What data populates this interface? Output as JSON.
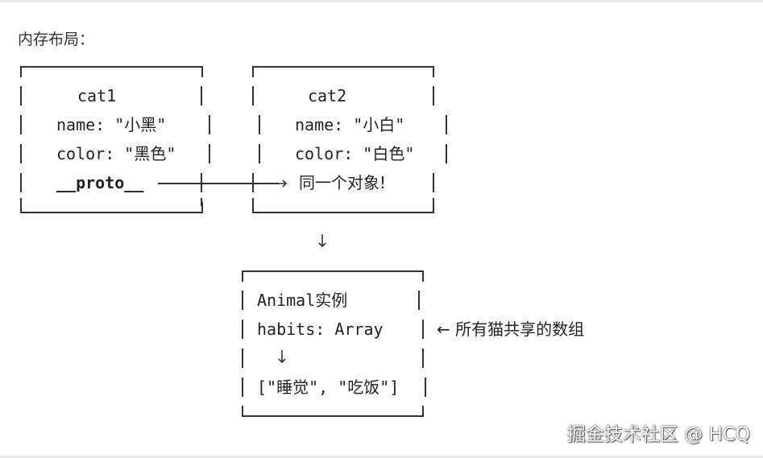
{
  "heading": "内存布局：",
  "cat1": {
    "title": "cat1",
    "name_line": "name: \"小黑\"",
    "color_line": "color: \"黑色\"",
    "proto_line": "__proto__"
  },
  "cat2": {
    "title": "cat2",
    "name_line": "name: \"小白\"",
    "color_line": "color: \"白色\"",
    "shared_line": "同一个对象!"
  },
  "animal": {
    "title": "Animal实例",
    "habits_line": "habits: Array",
    "array_line": "[\"睡觉\", \"吃饭\"]"
  },
  "note": "← 所有猫共享的数组",
  "watermark": "掘金技术社区 @ HCQ",
  "icons": {
    "right_arrow": "arrow-right",
    "down_arrow": "arrow-down",
    "left_arrow": "arrow-left"
  }
}
